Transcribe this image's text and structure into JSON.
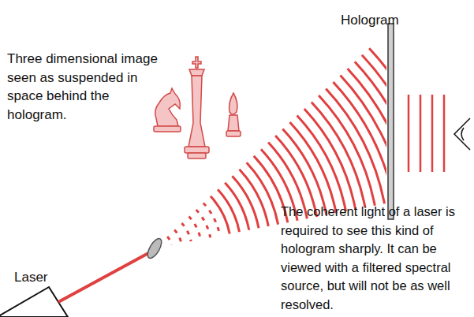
{
  "diagram": {
    "labels": [
      "Hologram",
      "Three dimensional image seen as suspended in space behind the hologram.",
      "The coherent light of a laser is required to see this kind of hologram sharply. It can be viewed with a filtered spectral source, but will not be as well resolved.",
      "Laser"
    ]
  }
}
